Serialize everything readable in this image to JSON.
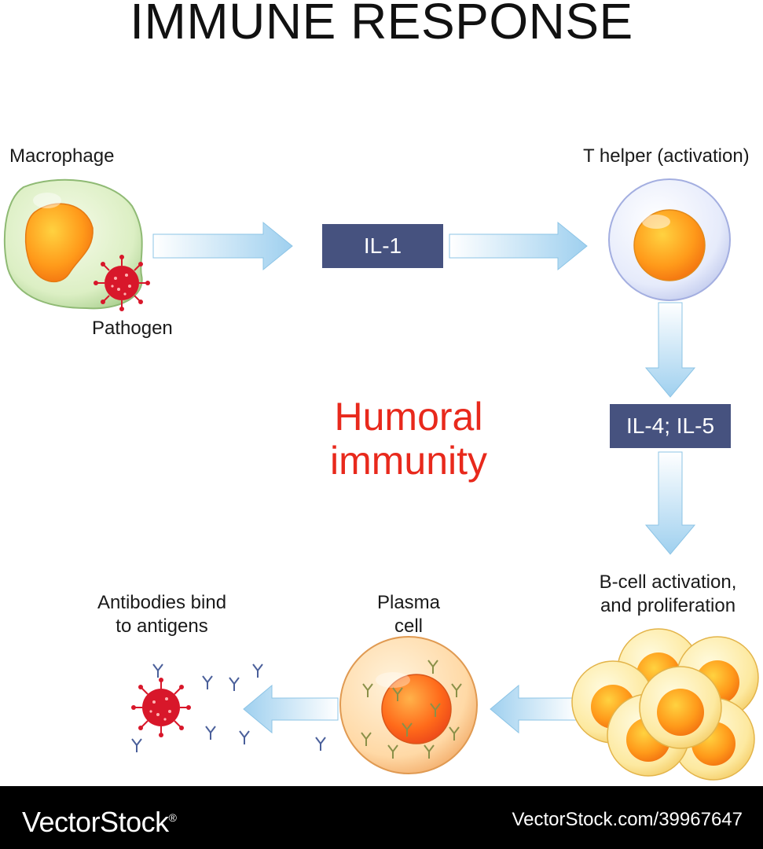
{
  "title": "IMMUNE RESPONSE",
  "labels": {
    "macrophage": "Macrophage",
    "pathogen": "Pathogen",
    "t_helper": "T helper (activation)",
    "b_cell_line1": "B-cell activation,",
    "b_cell_line2": "and proliferation",
    "plasma_line1": "Plasma",
    "plasma_line2": "cell",
    "antibodies_line1": "Antibodies bind",
    "antibodies_line2": "to antigens"
  },
  "boxes": {
    "il1": "IL-1",
    "il4_il5": "IL-4; IL-5"
  },
  "center_text": {
    "line1": "Humoral",
    "line2": "immunity"
  },
  "footer": {
    "brand": "VectorStock",
    "brand_mark": "®",
    "stock_id": "VectorStock.com/39967647"
  },
  "colors": {
    "arrow": "#9fd0ef",
    "box": "#46527f",
    "accent_red": "#e8291c",
    "pathogen": "#d8172a"
  }
}
